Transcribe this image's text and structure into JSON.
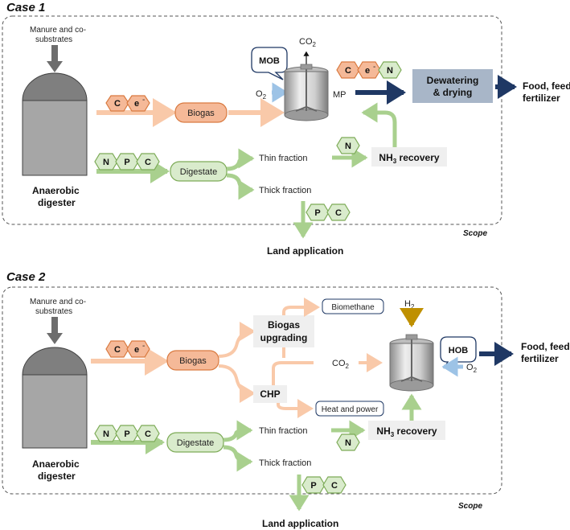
{
  "colors": {
    "orange": "#f5b998",
    "orange_border": "#d97a40",
    "green": "#d9ebcc",
    "green_border": "#7dab57",
    "arrow_orange": "#f9c9a9",
    "arrow_green": "#a9d08e",
    "navy": "#1f3864",
    "steel": "#a8b6c8",
    "o2_arrow": "#9dc3e6",
    "h2_arrow": "#bf9000",
    "grey_box": "#efefef",
    "digester": "#a6a6a6"
  },
  "case1": {
    "title": "Case 1",
    "scope": "Scope",
    "feed_label_1": "Manure and co-",
    "feed_label_2": "substrates",
    "digester_label_1": "Anaerobic",
    "digester_label_2": "digester",
    "hex_c": "C",
    "hex_e": "e",
    "hex_e_sup": "-",
    "hex_n": "N",
    "hex_p": "P",
    "biogas": "Biogas",
    "digestate": "Digestate",
    "o2": "O",
    "o2_sub": "2",
    "co2": "CO",
    "co2_sub": "2",
    "mob": "MOB",
    "mp": "MP",
    "dewatering_1": "Dewatering",
    "dewatering_2": "& drying",
    "output_1": "Food, feed,",
    "output_2": "fertilizer",
    "thin": "Thin fraction",
    "thick": "Thick fraction",
    "nh3_a": "NH",
    "nh3_sub": "3",
    "nh3_b": " recovery",
    "land": "Land application"
  },
  "case2": {
    "title": "Case 2",
    "scope": "Scope",
    "feed_label_1": "Manure and co-",
    "feed_label_2": "substrates",
    "digester_label_1": "Anaerobic",
    "digester_label_2": "digester",
    "hex_c": "C",
    "hex_e": "e",
    "hex_e_sup": "-",
    "hex_n": "N",
    "hex_p": "P",
    "biogas": "Biogas",
    "digestate": "Digestate",
    "upgrading_1": "Biogas",
    "upgrading_2": "upgrading",
    "biomethane": "Biomethane",
    "chp": "CHP",
    "heat_power": "Heat and power",
    "co2": "CO",
    "co2_sub": "2",
    "h2": "H",
    "h2_sub": "2",
    "o2": "O",
    "o2_sub": "2",
    "hob": "HOB",
    "output_1": "Food, feed,",
    "output_2": "fertilizer",
    "thin": "Thin fraction",
    "thick": "Thick fraction",
    "nh3_a": "NH",
    "nh3_sub": "3",
    "nh3_b": " recovery",
    "land": "Land application"
  }
}
